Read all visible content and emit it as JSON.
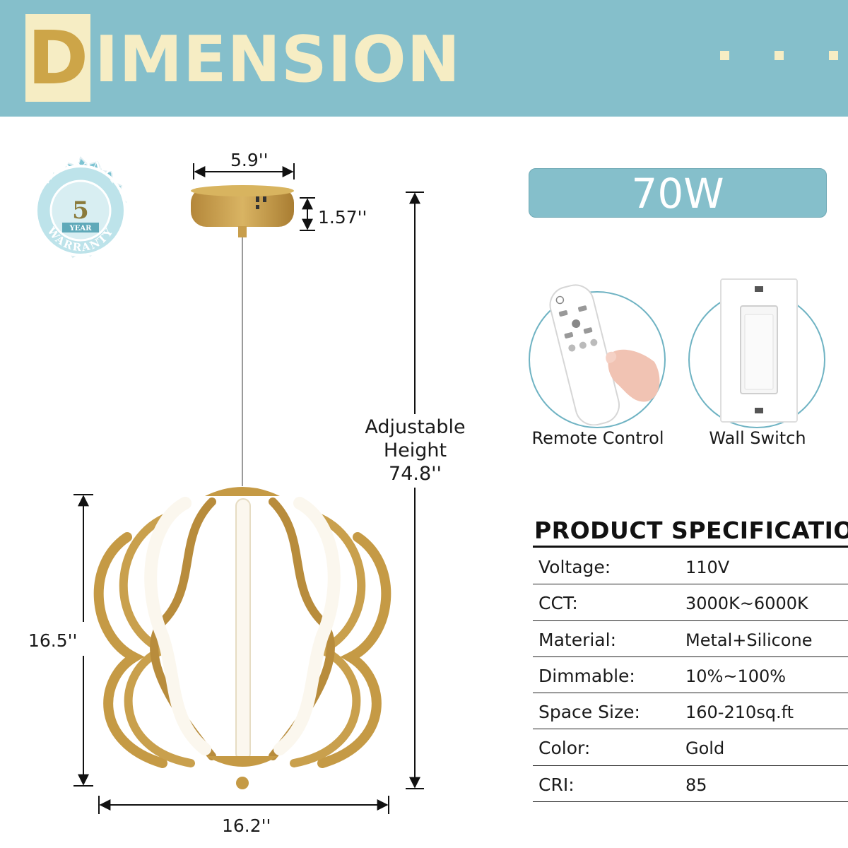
{
  "header": {
    "title_first": "D",
    "title_rest": "IMENSION"
  },
  "seal": {
    "top_text": "WARRANTY",
    "number": "5",
    "year": "YEAR",
    "bottom_text": "WARRANTY"
  },
  "dimensions": {
    "canopy_width": "5.9''",
    "canopy_height": "1.57''",
    "adjustable_line1": "Adjustable",
    "adjustable_line2": "Height",
    "adjustable_value": "74.8''",
    "body_height": "16.5''",
    "body_width": "16.2''"
  },
  "wattage": "70W",
  "controls": {
    "remote_label": "Remote Control",
    "switch_label": "Wall Switch"
  },
  "spec": {
    "title": "PRODUCT SPECIFICATION",
    "rows": [
      {
        "key": "Voltage:",
        "value": "110V"
      },
      {
        "key": "CCT:",
        "value": "3000K~6000K"
      },
      {
        "key": "Material:",
        "value": "Metal+Silicone"
      },
      {
        "key": "Dimmable:",
        "value": "10%~100%"
      },
      {
        "key": "Space Size:",
        "value": "160-210sq.ft"
      },
      {
        "key": "Color:",
        "value": "Gold"
      },
      {
        "key": "CRI:",
        "value": "85"
      }
    ]
  },
  "colors": {
    "banner": "#85bfcb",
    "cream": "#f6edc4",
    "gold": "#c59a45"
  }
}
